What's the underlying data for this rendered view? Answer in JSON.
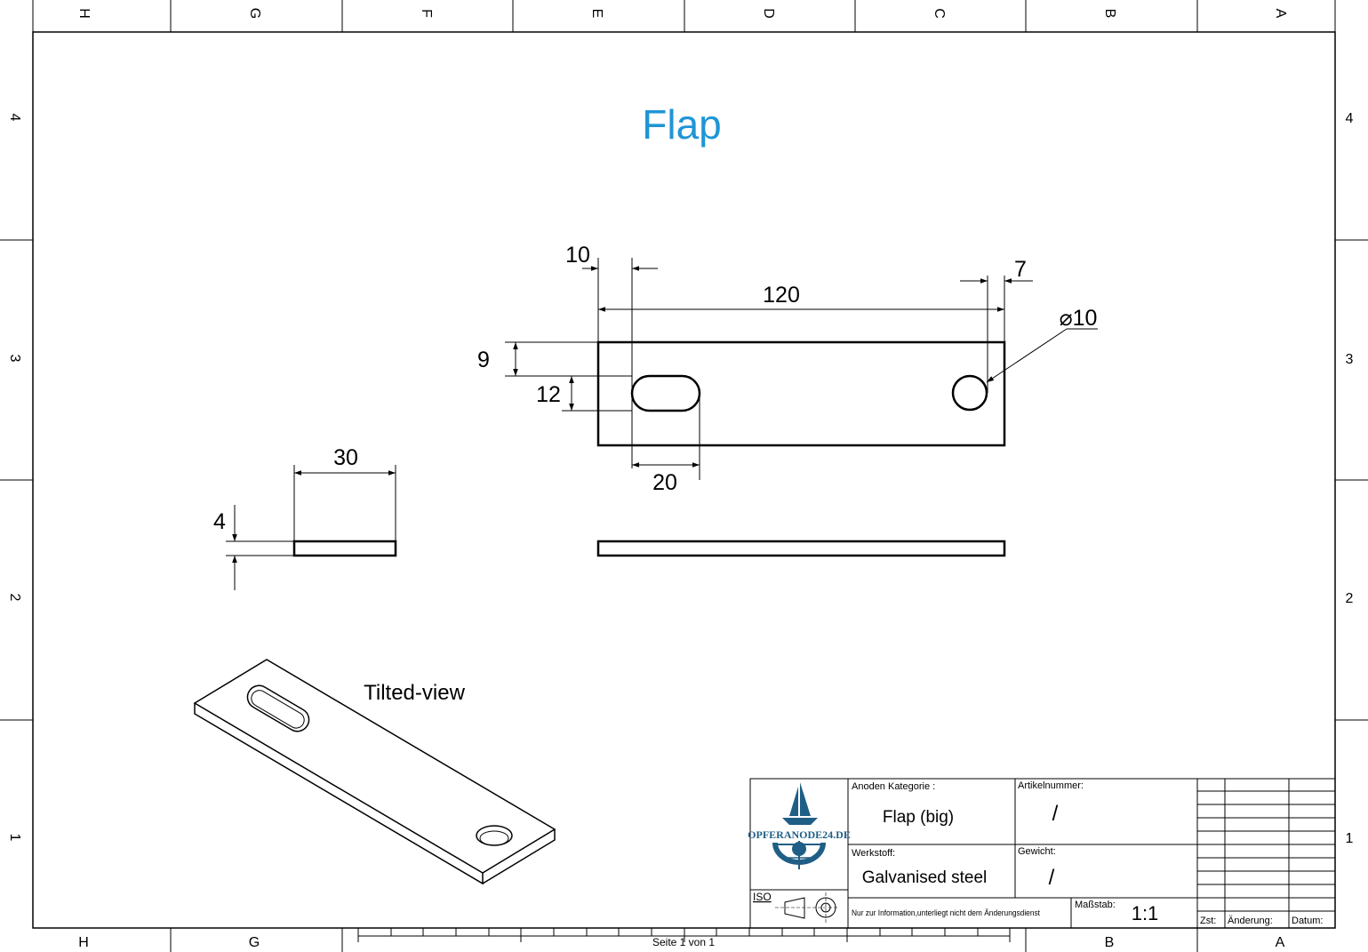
{
  "drawing": {
    "title": "Flap",
    "zones_top": [
      "H",
      "G",
      "F",
      "E",
      "D",
      "C",
      "B",
      "A"
    ],
    "zones_bottom": [
      "H",
      "G",
      "B",
      "A"
    ],
    "rows": [
      "4",
      "3",
      "2",
      "1"
    ],
    "page_info": "Seite 1 von 1",
    "title_color": "#1f95d6"
  },
  "dimensions": {
    "d_slot_offset": "10",
    "d_total_length": "120",
    "d_edge_offset": "7",
    "d_hole_dia": "⌀10",
    "d_hole_from_top": "9",
    "d_slot_width": "12",
    "d_slot_length": "20",
    "d_plate_width": "30",
    "d_thickness": "4"
  },
  "views": {
    "tilted_label": "Tilted-view"
  },
  "title_block": {
    "logo_text": "OPFERANODE24.DE",
    "anoden_label": "Anoden Kategorie :",
    "anoden_value": "Flap (big)",
    "artikel_label": "Artikelnummer:",
    "artikel_value": "/",
    "werkstoff_label": "Werkstoff:",
    "werkstoff_value": "Galvanised steel",
    "gewicht_label": "Gewicht:",
    "gewicht_value": "/",
    "iso_label": "ISO",
    "disclaimer": "Nur zur Information,unterliegt nicht dem Änderungsdienst",
    "massstab_label": "Maßstab:",
    "massstab_value": "1:1",
    "zst_label": "Zst:",
    "aenderung_label": "Änderung:",
    "datum_label": "Datum:"
  }
}
